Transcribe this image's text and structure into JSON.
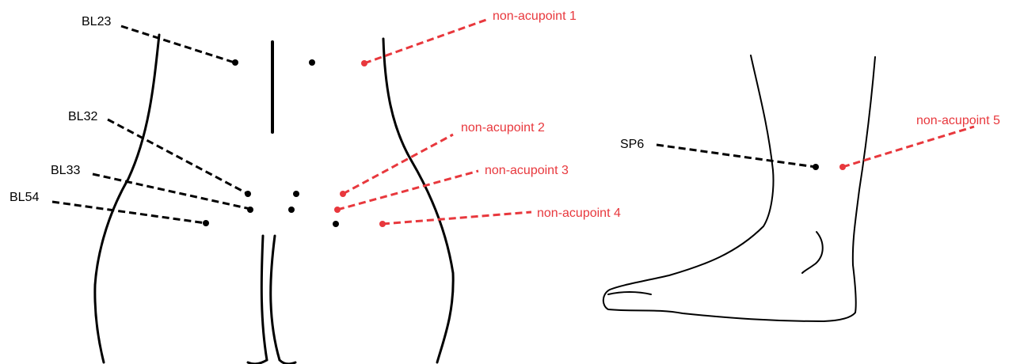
{
  "colors": {
    "acupoint": "#000000",
    "non_acupoint": "#e8383d"
  },
  "labels": {
    "bl23": "BL23",
    "bl32": "BL32",
    "bl33": "BL33",
    "bl54": "BL54",
    "sp6": "SP6",
    "non1": "non-acupoint 1",
    "non2": "non-acupoint 2",
    "non3": "non-acupoint 3",
    "non4": "non-acupoint 4",
    "non5": "non-acupoint 5"
  }
}
